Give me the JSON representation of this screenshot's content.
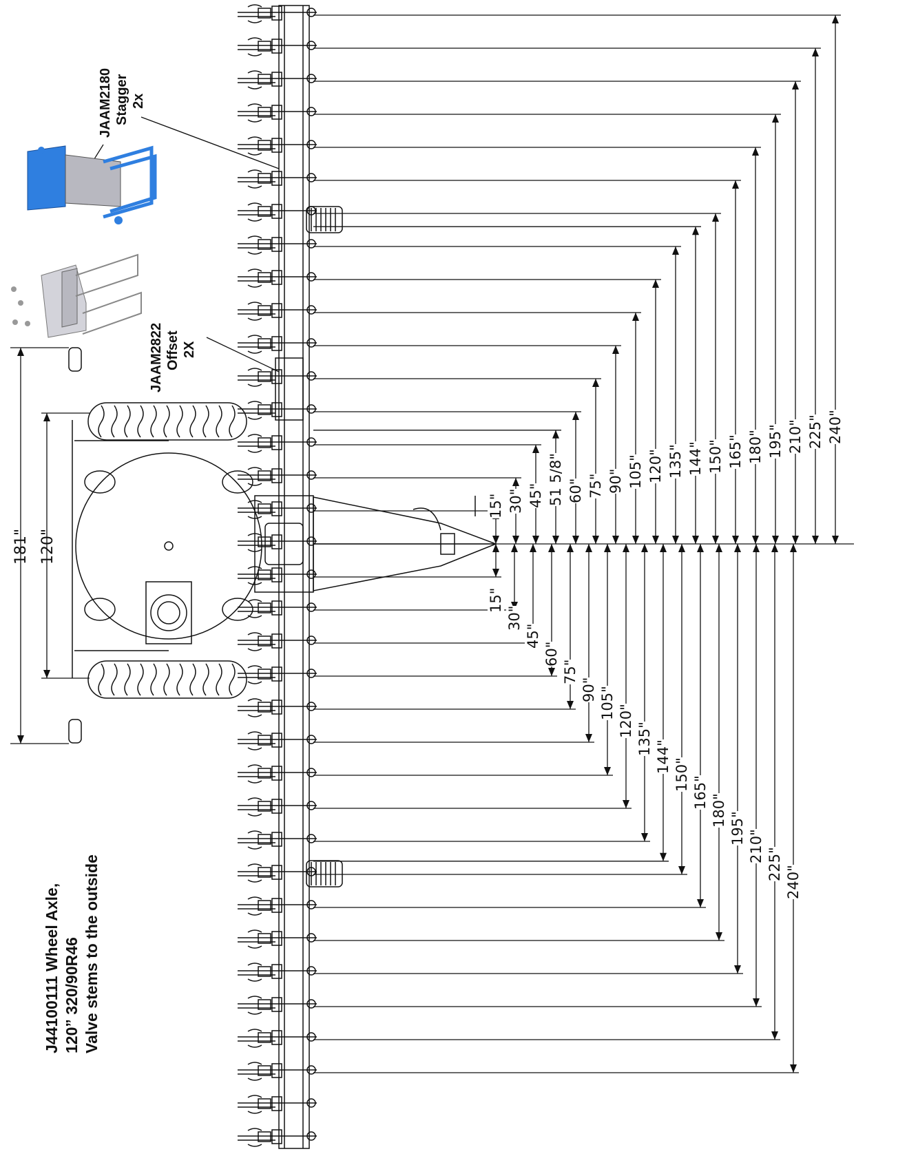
{
  "callouts": {
    "stagger": {
      "part": "JAAM2180",
      "name": "Stagger",
      "qty": "2x"
    },
    "offset": {
      "part": "JAAM2822",
      "name": "Offset",
      "qty": "2X"
    },
    "axle": {
      "line1": "J44100111 Wheel Axle,",
      "line2": "120” 320/90R46",
      "line3": "Valve stems to the outside"
    }
  },
  "axle_dims": {
    "overall": "181\"",
    "wheel_spacing": "120\""
  },
  "dims_upper": [
    "15\"",
    "30\"",
    "45\"",
    "51 5/8\"",
    "60\"",
    "75\"",
    "90\"",
    "105\"",
    "120\"",
    "135\"",
    "144\"",
    "150\"",
    "165\"",
    "180\"",
    "195\"",
    "210\"",
    "225\"",
    "240\""
  ],
  "dims_lower": [
    "15\"",
    "30\"",
    "45\"",
    "60\"",
    "75\"",
    "90\"",
    "105\"",
    "120\"",
    "135\"",
    "144\"",
    "150\"",
    "165\"",
    "180\"",
    "195\"",
    "210\"",
    "225\"",
    "240\""
  ],
  "colors": {
    "line": "#111111",
    "part_blue": "#2f7fe0",
    "part_gray": "#b8b8c0"
  }
}
